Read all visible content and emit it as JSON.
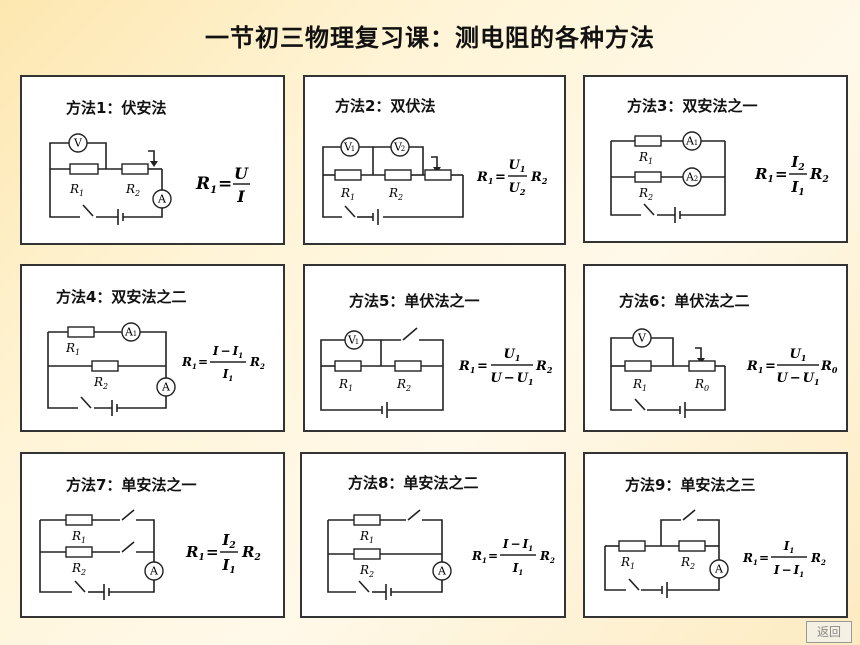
{
  "title": "一节初三物理复习课：测电阻的各种方法",
  "back_label": "返回",
  "panels": [
    {
      "label": "方法1：伏安法"
    },
    {
      "label": "方法2：双伏法"
    },
    {
      "label": "方法3：双安法之一"
    },
    {
      "label": "方法4：双安法之二"
    },
    {
      "label": "方法5：单伏法之一"
    },
    {
      "label": "方法6：单伏法之二"
    },
    {
      "label": "方法7：单安法之一"
    },
    {
      "label": "方法8：单安法之二"
    },
    {
      "label": "方法9：单安法之三"
    }
  ],
  "symbols": {
    "R": "R",
    "U": "U",
    "I": "I",
    "V": "V",
    "A": "A",
    "sub1": "1",
    "sub2": "2",
    "sub0": "0",
    "eq": "=",
    "minus": "−"
  },
  "icons": [
    "voltmeter-icon",
    "ammeter-icon",
    "resistor-icon",
    "rheostat-icon",
    "switch-icon",
    "battery-icon"
  ],
  "colors": {
    "accent": "#fde7b0",
    "line": "#222222"
  }
}
